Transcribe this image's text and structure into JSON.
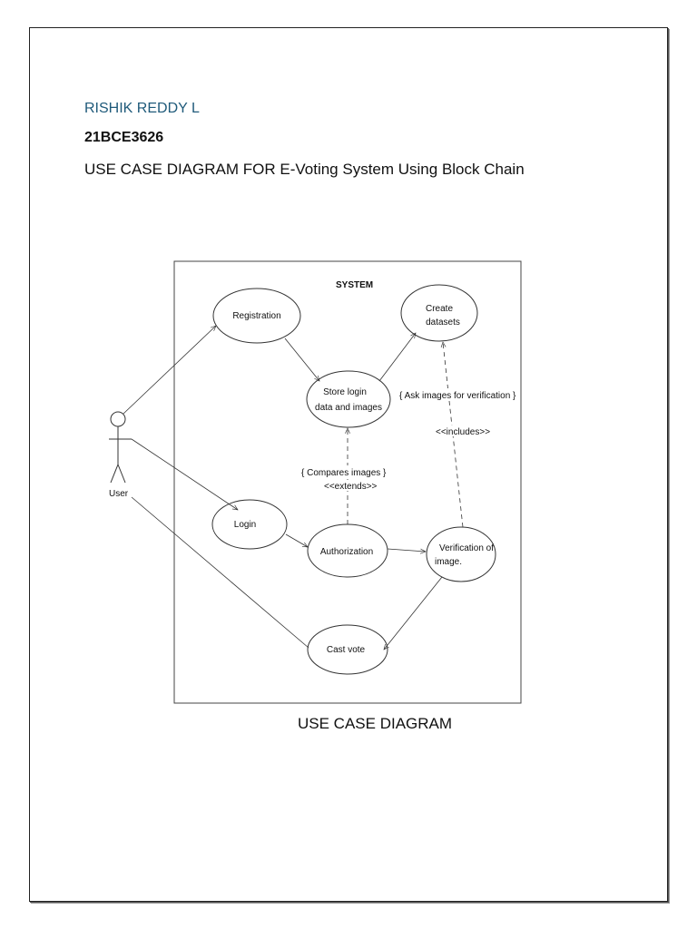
{
  "header": {
    "author": "RISHIK REDDY L",
    "reg_no": "21BCE3626",
    "title": "USE CASE DIAGRAM FOR E-Voting System Using Block Chain"
  },
  "diagram": {
    "system_label": "SYSTEM",
    "actor": "User",
    "use_cases": {
      "registration": [
        "Registration"
      ],
      "create_datasets": [
        "Create",
        "datasets"
      ],
      "store_login": [
        "Store login",
        "data and images"
      ],
      "login": [
        "Login"
      ],
      "authorization": [
        "Authorization"
      ],
      "verification": [
        "Verification of",
        "image."
      ],
      "cast_vote": [
        "Cast vote"
      ]
    },
    "annotations": {
      "ask_images": "{  Ask  images for verification  }",
      "includes": "<<includes>>",
      "compares_images": "{   Compares images    }",
      "extends": "<<extends>>"
    },
    "colors": {
      "author_text": "#1f5a7a",
      "lines": "#333333"
    }
  },
  "caption": "USE CASE DIAGRAM"
}
